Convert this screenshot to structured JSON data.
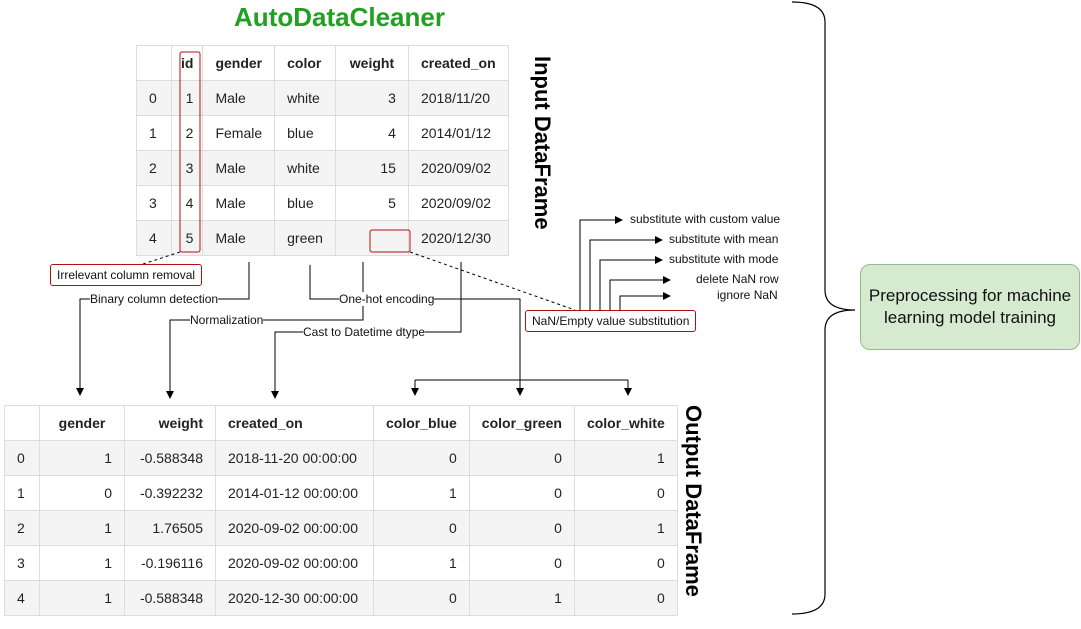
{
  "title": "AutoDataCleaner",
  "input_label": "Input DataFrame",
  "output_label": "Output DataFrame",
  "input_df": {
    "columns": [
      "",
      "id",
      "gender",
      "color",
      "weight",
      "created_on"
    ],
    "rows": [
      [
        "0",
        "1",
        "Male",
        "white",
        "3",
        "2018/11/20"
      ],
      [
        "1",
        "2",
        "Female",
        "blue",
        "4",
        "2014/01/12"
      ],
      [
        "2",
        "3",
        "Male",
        "white",
        "15",
        "2020/09/02"
      ],
      [
        "3",
        "4",
        "Male",
        "blue",
        "5",
        "2020/09/02"
      ],
      [
        "4",
        "5",
        "Male",
        "green",
        "",
        "2020/12/30"
      ]
    ]
  },
  "output_df": {
    "columns": [
      "",
      "gender",
      "weight",
      "created_on",
      "color_blue",
      "color_green",
      "color_white"
    ],
    "rows": [
      [
        "0",
        "1",
        "-0.588348",
        "2018-11-20 00:00:00",
        "0",
        "0",
        "1"
      ],
      [
        "1",
        "0",
        "-0.392232",
        "2014-01-12 00:00:00",
        "1",
        "0",
        "0"
      ],
      [
        "2",
        "1",
        "1.76505",
        "2020-09-02 00:00:00",
        "0",
        "0",
        "1"
      ],
      [
        "3",
        "1",
        "-0.196116",
        "2020-09-02 00:00:00",
        "1",
        "0",
        "0"
      ],
      [
        "4",
        "1",
        "-0.588348",
        "2020-12-30 00:00:00",
        "0",
        "1",
        "0"
      ]
    ]
  },
  "steps": {
    "irrelevant": "Irrelevant column removal",
    "binary": "Binary column detection",
    "onehot": "One-hot encoding",
    "normalization": "Normalization",
    "datetime": "Cast to Datetime dtype",
    "nan": "NaN/Empty value substitution"
  },
  "nan_options": [
    "substitute with custom value",
    "substitute with mean",
    "substitute with mode",
    "delete NaN row",
    "ignore NaN"
  ],
  "summary": "Preprocessing for machine learning model training",
  "colors": {
    "title": "#22a022",
    "box_border": "#b01010",
    "summary_bg": "#d6ead0"
  }
}
